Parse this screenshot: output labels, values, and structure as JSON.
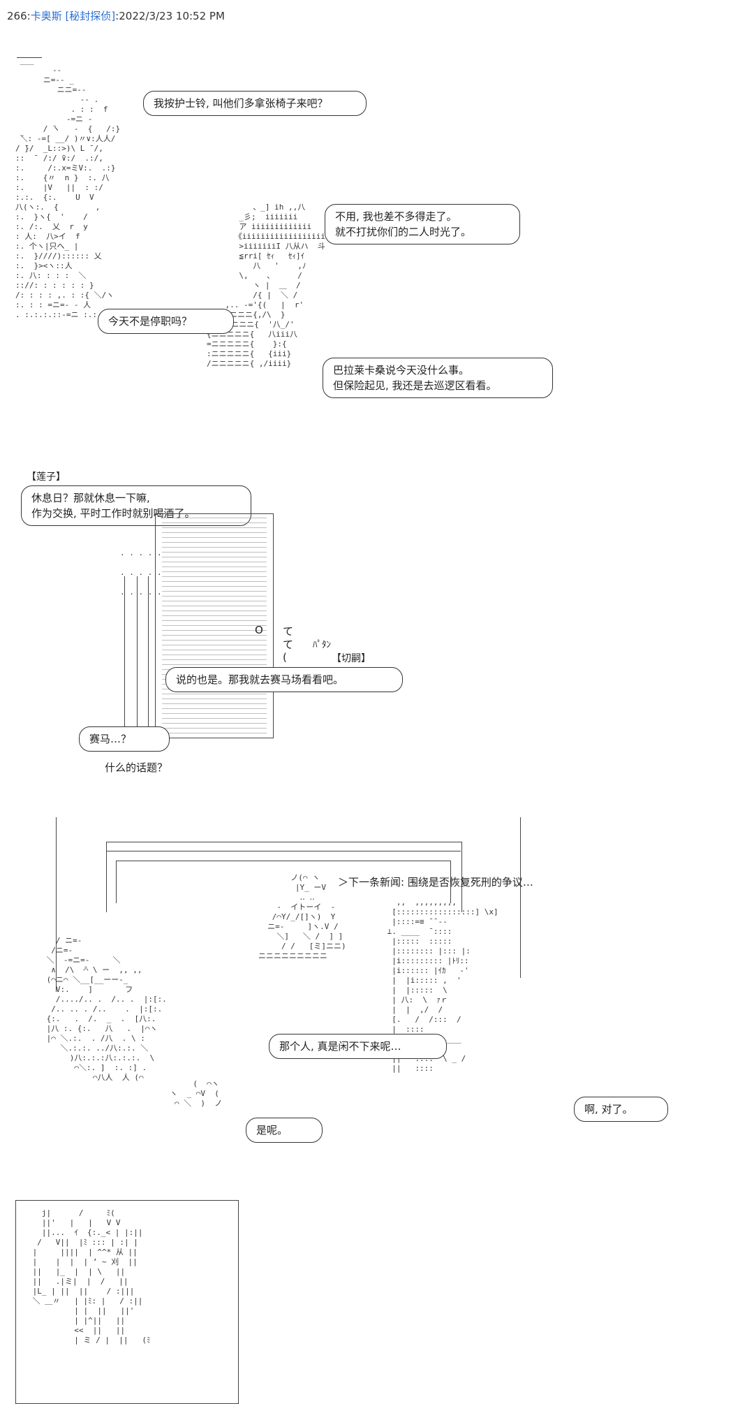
{
  "header": {
    "number": "266:",
    "author": "卡奥斯 [秘封探侦]",
    "datetime": ":2022/3/23 10:52 PM"
  },
  "scene1": {
    "bubble_nurse": "我按护士铃, 叫他们多拿张椅子来吧？",
    "bubble_reply": [
      "不用, 我也差不多得走了。",
      "就不打扰你们的二人时光了。"
    ],
    "bubble_holiday": "今天不是停职吗？",
    "bubble_patrol": [
      "巴拉莱卡桑说今天没什么事。",
      "但保险起见, 我还是去巡逻区看看。"
    ],
    "aa_left": " ___\n        --\n      ニ=-- _\n         ニニ=--\n              -- .\n            . : :  f\n           -=ニ -\n      / ̄ヽ   -  {   /:}\n ̄＼: -=[ __/ )〃∨:人人/\n/ ̄}/  _L::>)\\ L ̄ /,\n::  ̄  /:/ ̄∨:/  .:/,\n:.     /:.x=ミV:.  .:}\n:.    {〃  n }  :. 八\n:.    |V   ||  : :/\n:.:.  {:.    U  V\n八(ヽ:.  {        ,\n:.  }ヽ{  '    /\n:. /:.  乂  r  y\n: 人:  八>イ  f\n:. 个ヽ|只へ_ |\n:.  }////):::::: 乂\n:.  }><ヽ::人\n:. 八: : : :  ＼\n:://: : : : : : }\n/: : : : ,. : :{ ＼/ヽ\n:. : : =ニ=- - 人\n. :.:.:.::-=ニ :.:.:. |",
    "aa_right": "          、_] ih ,,八\n       _彡;  iiiiiii\n       ア iiiiiiiiiiiii\n      《iiiiiiiiiiiiiiiiiiii\n       >iiiiiiiI 八从ハ  斗\n       ≦rri[ ｾｨ   ｾｨ]ｲ\n          八   '    ,ﾉ\n       \\,    、     /\n          ヽ |  ＿  /\n          /{ |  ＼ /\n    ,.. -='{(   |  r'\n  ,.=ニニニ{,/\\  }\n /ニニニニニ{  '八_/'\n{ニニニニニ{   八iii八\n=ニニニニニ{    }:{\n:ニニニニニ{   {iii}\n/ニニニニニ{ ,/iiii}"
  },
  "scene2": {
    "lianzi_tag": "【莲子】",
    "bubble_holiday_day": [
      "休息日？那就休息一下嘛,",
      "作为交换, 平时工作时就别喝酒了。"
    ],
    "sfx": [
      "て",
      "て",
      "(",
      "ﾊﾟﾀﾝ"
    ],
    "qiesi_tag": "【切嗣】",
    "bubble_racetrack": "说的也是。那我就去赛马场看看吧。",
    "bubble_horse": "赛马…？",
    "caption": "什么的话题？",
    "door_aa": ". . . . .\n\n. . . . .\n\n. . . . ."
  },
  "scene3": {
    "news": "＞下一条新闻: 围绕是否恢复死刑的争议…",
    "bubble_busy": "那个人, 真是闲不下来呢…",
    "bubble_yes": "是呢。",
    "bubble_oh": "啊, 对了。",
    "aa_left": "   / ニ=-\n  /ニ=-\n ＼  -=ニ=-     ＼\n  ∧  /\\  ̄⌒ \\ ー  ,, ,,\n (⌒ニ⌒ ＼__[__ーー-_ \n   V:.    ]       フ\n   /..../.. .  /.. .  |:[:.\n  /.. .. . /..    .  |:[:.\n {:.   .  /.  _  .  [八:.\n |八 :. {:.   八   .  |⌒ヽ\n |⌒ ＼.:.  . /八  . \\ :\n    ＼.:.:. ../八:.:. ＼\n      )八:.:.:八:.:.:.  \\\n       ⌒＼:. ]  :. :] .\n           ⌒八人  人 (⌒",
    "aa_center": "          ノ(⌒ ヽ\n           |Y_ ーV\n            ‥ ‥\n       -  イトーイ  -\n      /⌒Y/_/[]ヽ)  Y\n     ニ=-     ]ヽ.V /\n       ＼]   ＼ /  ] ]\n        / /   [ミ]ニニ)\n   ニニニニニニニニニ",
    "aa_right": "   ,,  ,,,,,,,,,\n  [:::::::::::::::::] \\x]\n  |::::=≡ ̄ ̄ --\n ⊥. ____  ̄ ::::\n  |:::::  ::::: \n  |:::::::: |::: |:\n  |i::::::::: |ﾄﾘ:: \n  |i:::::: |ｲｶ   -'\n  |  |i::::: ,  '\n  |  |:::::  \\\n  | 八:  \\  ｧｒ\n  |  |  ,/  /\n  [.   /  /:::  /\n  |  ::::\n  |i   ::::  ____\n  ||   ::::\n  ||   ::::  \\ _ /\n  ||   ::::",
    "aa_bottom": "       (  ⌒ヽ\n  ヽ  _ ⌒V  (\n   ⌒ ＼  )  ノ"
  },
  "scene4": {
    "aa": "   j|      /     ﾐ(\n   ||'   |   |   V V\n   ||...  ｲ  {:._< | |:||\n  /   V||  |ﾐ ::: | :| |\n |     ||||  | ^^* 从 ||\n |    |  |  | ’ ~ 刈  ||\n ||   |_  |  | \\   ||\n ||   .|ミ|  |  /   ||\n |L_ | ||  ||    / :|||\n ＼ ＿〃   | |ﾐ: |   / :||\n          | |  ||   ||'\n          | |^||   ||\n          <<  ||   ||\n          | ミ / |  ||   (ﾐ"
  }
}
